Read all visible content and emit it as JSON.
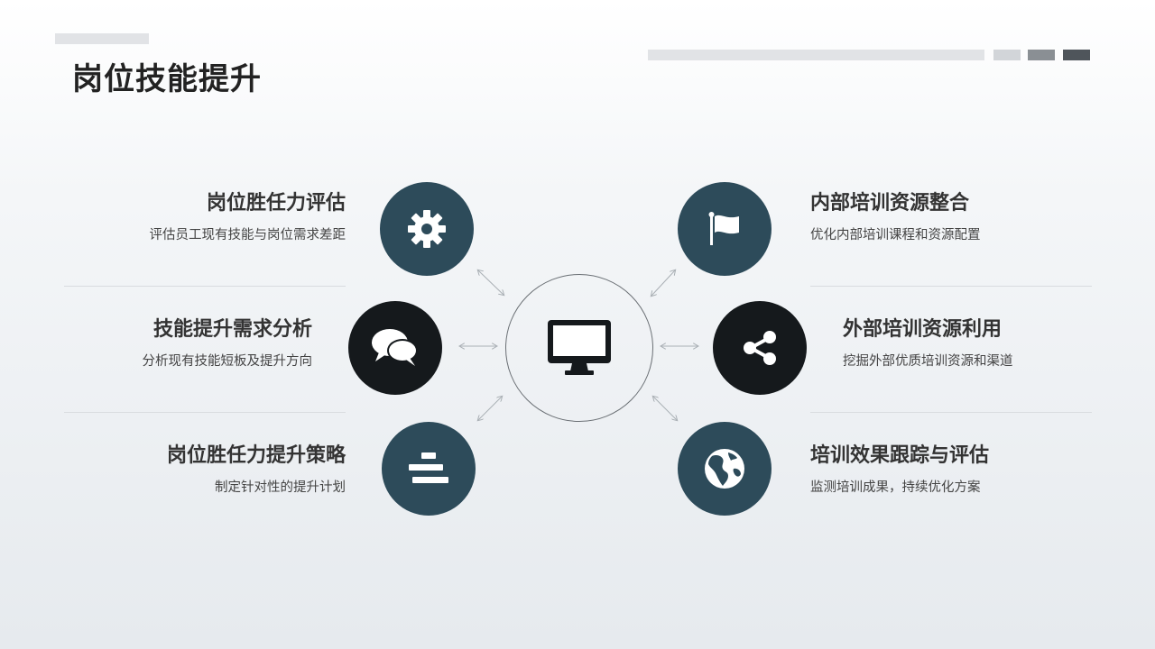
{
  "page": {
    "title": "岗位技能提升"
  },
  "center": {
    "icon": "monitor-icon"
  },
  "items": [
    {
      "title": "岗位胜任力评估",
      "desc": "评估员工现有技能与岗位需求差距",
      "icon": "gear-icon",
      "color": "#2d4b5a"
    },
    {
      "title": "技能提升需求分析",
      "desc": "分析现有技能短板及提升方向",
      "icon": "chat-bubbles-icon",
      "color": "#15191c"
    },
    {
      "title": "岗位胜任力提升策略",
      "desc": "制定针对性的提升计划",
      "icon": "stack-icon",
      "color": "#2d4b5a"
    },
    {
      "title": "内部培训资源整合",
      "desc": "优化内部培训课程和资源配置",
      "icon": "flag-icon",
      "color": "#2d4b5a"
    },
    {
      "title": "外部培训资源利用",
      "desc": "挖掘外部优质培训资源和渠道",
      "icon": "share-icon",
      "color": "#15191c"
    },
    {
      "title": "培训效果跟踪与评估",
      "desc": "监测培训成果，持续优化方案",
      "icon": "globe-icon",
      "color": "#2d4b5a"
    }
  ]
}
